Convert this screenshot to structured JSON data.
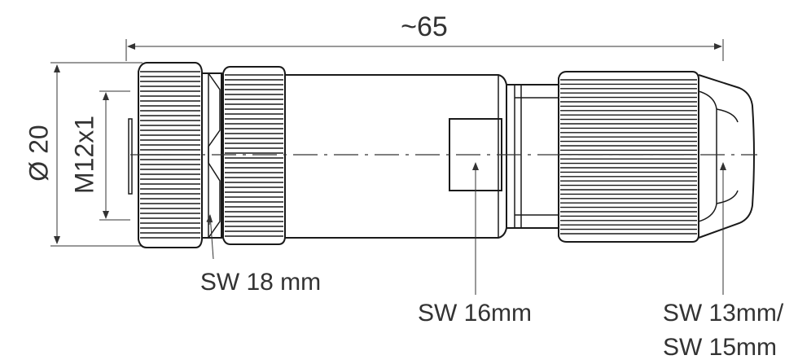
{
  "dimensions": {
    "overall_length": "~65",
    "outer_diameter": "Ø 20",
    "thread": "M12x1"
  },
  "wrench_sizes": {
    "coupling_nut": "SW 18 mm",
    "body": "SW 16mm",
    "cable_gland_line1": "SW 13mm/",
    "cable_gland_line2": "SW 15mm"
  },
  "colors": {
    "line": "#1a1a1a",
    "dimension": "#333333",
    "background": "#ffffff"
  }
}
